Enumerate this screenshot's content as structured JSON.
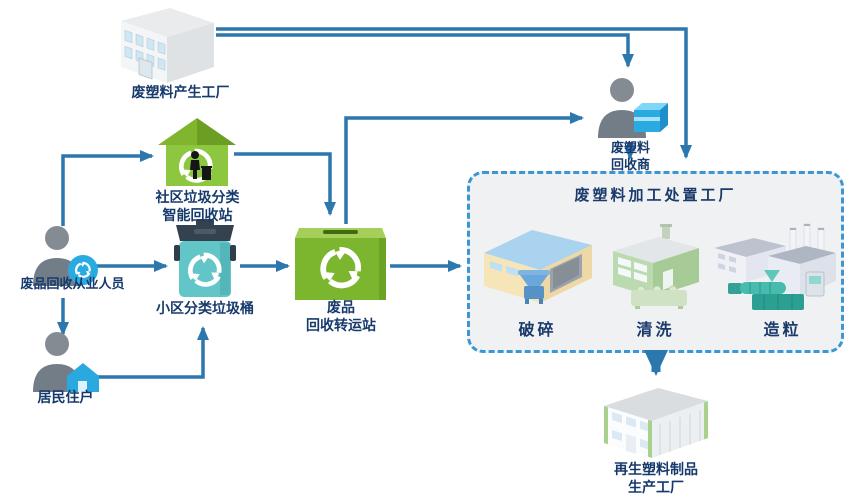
{
  "colors": {
    "arrow_blue": "#2b77ae",
    "label_navy": "#173a6d",
    "house_green": "#8dc63f",
    "box_green": "#7cb52e",
    "bin_teal": "#5cc3c6",
    "badge_blue": "#29abe2",
    "dashed_border": "#3b97d3",
    "panel_bg": "#f0f1f2"
  },
  "nodes": {
    "source_factory": {
      "label": "废塑料产生工厂"
    },
    "community_station": {
      "label1": "社区垃圾分类",
      "label2": "智能回收站"
    },
    "collector": {
      "label": "废品回收从业人员"
    },
    "resident": {
      "label": "居民住户"
    },
    "sorting_bin": {
      "label": "小区分类垃圾桶"
    },
    "transfer_box": {
      "label1": "废品",
      "label2": "回收转运站"
    },
    "recycler": {
      "label1": "废塑料",
      "label2": "回收商"
    },
    "processing_plant": {
      "title": "废塑料加工处置工厂",
      "machines": [
        {
          "label": "破碎"
        },
        {
          "label": "清洗"
        },
        {
          "label": "造粒"
        }
      ]
    },
    "product_factory": {
      "label1": "再生塑料制品",
      "label2": "生产工厂"
    }
  },
  "flows": [
    {
      "from": "source-factory",
      "to": "processing-plant"
    },
    {
      "from": "source-factory",
      "to": "recycler"
    },
    {
      "from": "collector",
      "to": "community-station"
    },
    {
      "from": "collector",
      "to": "sorting-bin"
    },
    {
      "from": "collector",
      "to": "resident"
    },
    {
      "from": "resident",
      "to": "sorting-bin"
    },
    {
      "from": "community-station",
      "to": "transfer-box"
    },
    {
      "from": "sorting-bin",
      "to": "transfer-box"
    },
    {
      "from": "transfer-box",
      "to": "recycler"
    },
    {
      "from": "transfer-box",
      "to": "processing-plant"
    },
    {
      "from": "recycler",
      "to": "processing-plant"
    },
    {
      "from": "processing-plant",
      "to": "product-factory"
    }
  ]
}
